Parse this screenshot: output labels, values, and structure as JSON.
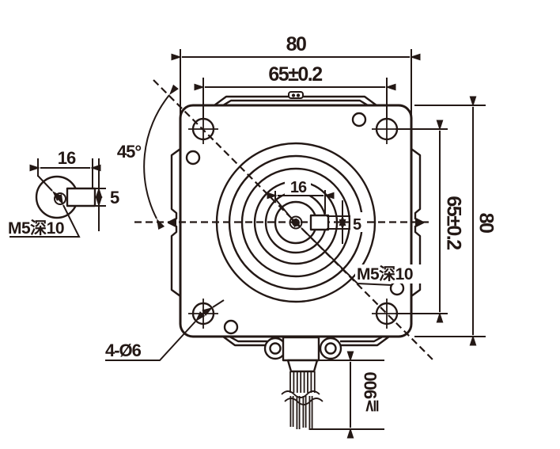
{
  "drawing": {
    "type": "engineering-dimension-drawing",
    "colors": {
      "line": "#231815",
      "background": "#ffffff"
    },
    "dims": {
      "top_width": "80",
      "top_hole_span": "65±0.2",
      "right_hole_span": "65±0.2",
      "right_height": "80",
      "angle": "45°",
      "cable_min_length": "≧900"
    },
    "main_view": {
      "shaft_width": "16",
      "key_width": "5",
      "center_thread": "M5深10",
      "mounting_holes": "4-Ø6"
    },
    "detail_view": {
      "shaft_width": "16",
      "key_width": "5",
      "center_thread": "M5深10"
    }
  }
}
